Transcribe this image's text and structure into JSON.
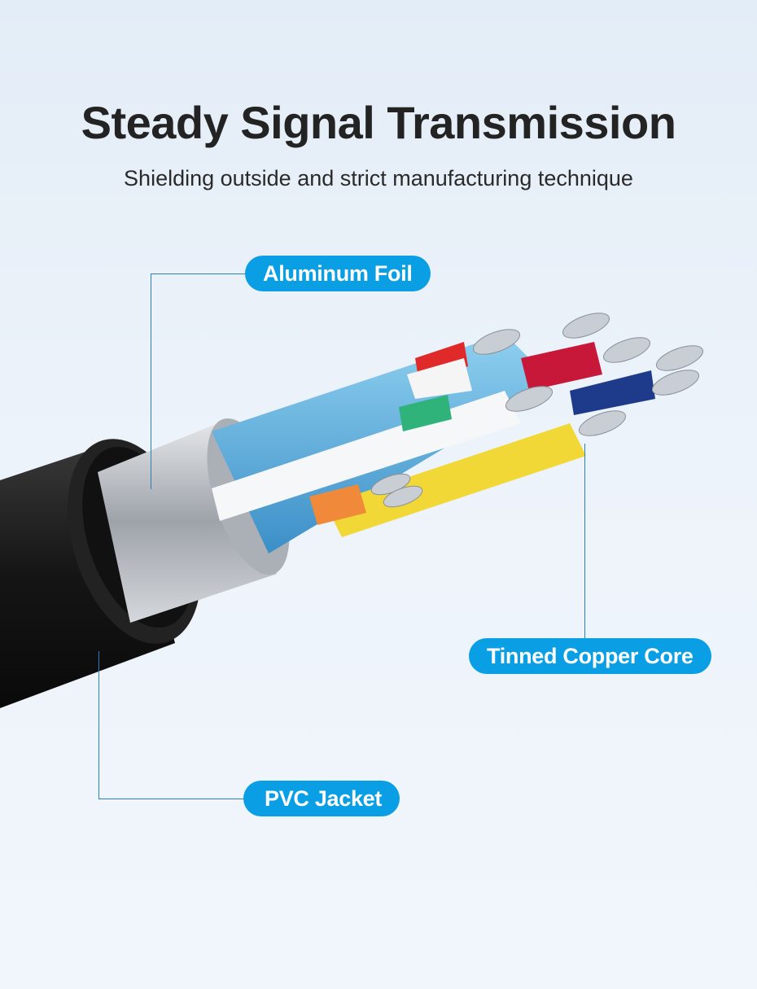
{
  "header": {
    "title": "Steady Signal Transmission",
    "subtitle": "Shielding outside and strict manufacturing technique"
  },
  "callouts": [
    {
      "label": "Aluminum Foil"
    },
    {
      "label": "Tinned Copper Core"
    },
    {
      "label": "PVC Jacket"
    }
  ],
  "colors": {
    "accent": "#0a9fe5",
    "jacket": "#1c1c1c",
    "foil": "#b8bcc2"
  }
}
